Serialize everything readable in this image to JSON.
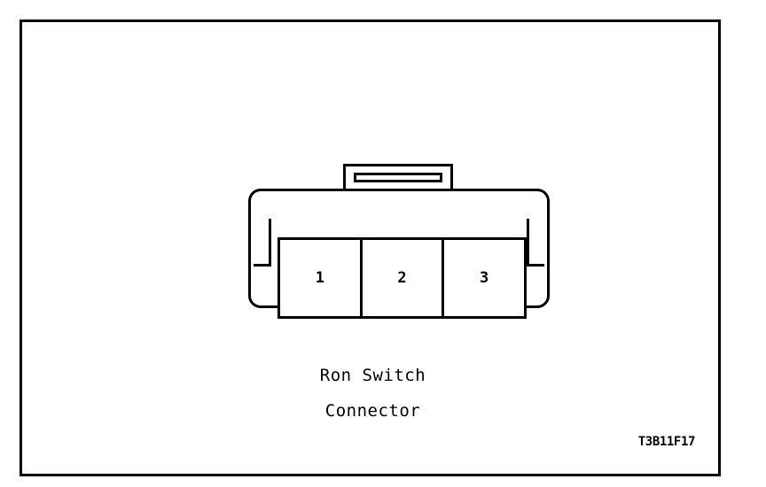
{
  "figure": {
    "caption_line_1": "Ron Switch",
    "caption_line_2": "Connector",
    "reference_code": "T3B11F17",
    "background_color": "#ffffff",
    "line_color": "#000000"
  },
  "connector": {
    "type": "3-pin wiring harness connector",
    "pin_count": 3,
    "pins": [
      {
        "number": "1"
      },
      {
        "number": "2"
      },
      {
        "number": "3"
      }
    ],
    "features": {
      "latch_label": "top locking tab",
      "notch_left_label": "left keying notch",
      "notch_right_label": "right keying notch"
    }
  }
}
